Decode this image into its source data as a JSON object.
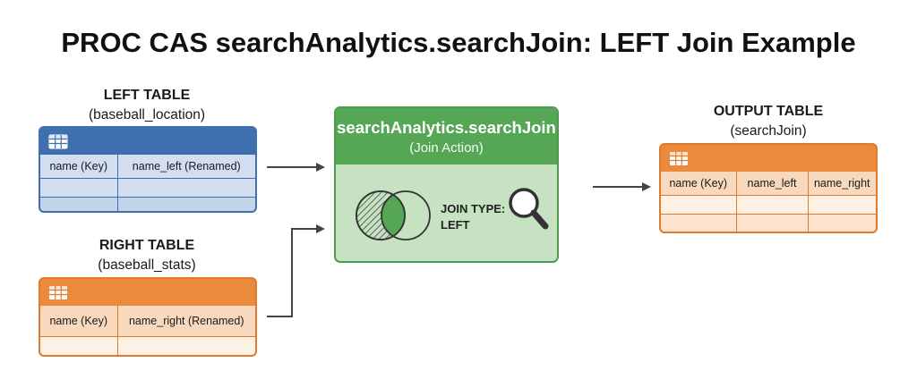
{
  "title": "PROC CAS searchAnalytics.searchJoin: LEFT Join Example",
  "left_table": {
    "title": "LEFT TABLE",
    "subtitle": "(baseball_location)",
    "columns": [
      "name (Key)",
      "name_left (Renamed)"
    ],
    "color": "#3e6fae",
    "icon": "table-icon"
  },
  "right_table": {
    "title": "RIGHT TABLE",
    "subtitle": "(baseball_stats)",
    "columns": [
      "name (Key)",
      "name_right (Renamed)"
    ],
    "color": "#e07a2c",
    "icon": "table-icon"
  },
  "action": {
    "title": "searchAnalytics.searchJoin",
    "subtitle": "(Join Action)",
    "join_type_label": "JOIN TYPE:",
    "join_type_value": "LEFT",
    "color": "#55a655",
    "icons": [
      "venn-diagram-icon",
      "magnifier-icon"
    ]
  },
  "output_table": {
    "title": "OUTPUT TABLE",
    "subtitle": "(searchJoin)",
    "columns": [
      "name (Key)",
      "name_left",
      "name_right"
    ],
    "color": "#e07a2c",
    "icon": "table-icon"
  }
}
